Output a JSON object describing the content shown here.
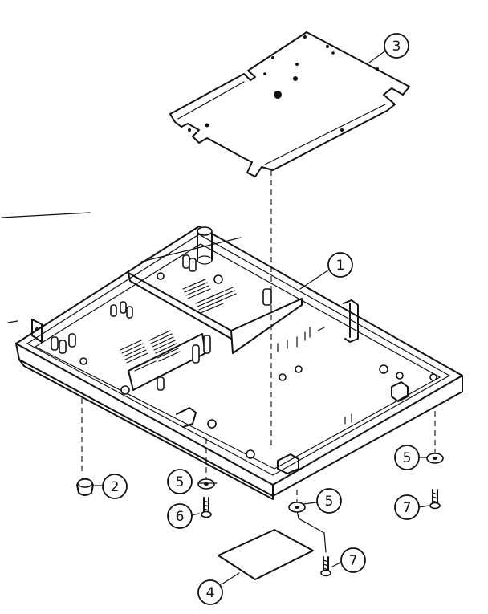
{
  "callouts": [
    {
      "id": "c1",
      "label": "1"
    },
    {
      "id": "c2",
      "label": "2"
    },
    {
      "id": "c3",
      "label": "3"
    },
    {
      "id": "c4",
      "label": "4"
    },
    {
      "id": "c5a",
      "label": "5"
    },
    {
      "id": "c5b",
      "label": "5"
    },
    {
      "id": "c5c",
      "label": "5"
    },
    {
      "id": "c6",
      "label": "6"
    },
    {
      "id": "c7a",
      "label": "7"
    },
    {
      "id": "c7b",
      "label": "7"
    }
  ]
}
